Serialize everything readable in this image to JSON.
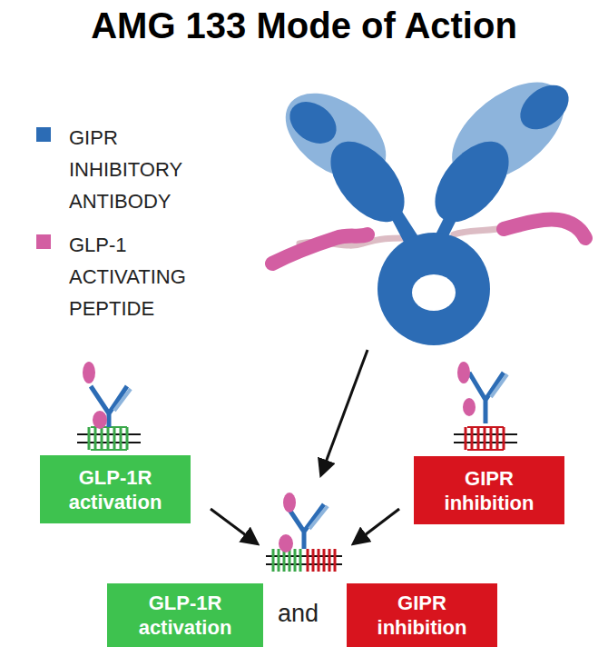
{
  "diagram": {
    "title": "AMG 133 Mode of Action",
    "nodes": [
      {
        "text": [
          "GLP-1R activation"
        ]
      },
      {
        "text": [
          "GIPR inhibition"
        ]
      },
      {
        "text": [
          "GLP-1R activation"
        ]
      },
      {
        "text": [
          "GIPR inhibition"
        ]
      }
    ],
    "labels": [
      "and"
    ],
    "legend": [
      {
        "text": "GIPR INHIBITORY ANTIBODY",
        "color": "#2c6cb5"
      },
      {
        "text": "GLP-1 ACTIVATING PEPTIDE",
        "color": "#d35ea2"
      }
    ]
  }
}
